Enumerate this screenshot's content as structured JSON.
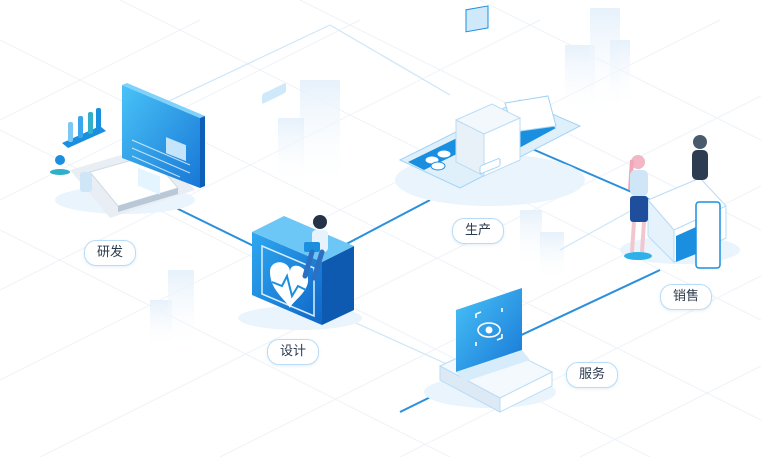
{
  "labels": {
    "rd": "研发",
    "design": "设计",
    "production": "生产",
    "sales": "销售",
    "service": "服务"
  },
  "icons": {
    "rd": "lab-computer-icon",
    "design": "designer-heart-icon",
    "production": "factory-conveyor-icon",
    "sales": "sales-counter-icon",
    "service": "monitor-eye-icon"
  },
  "colors": {
    "primary": "#1a8fe0",
    "light": "#9fd3f7",
    "line": "#2a8fdc"
  }
}
